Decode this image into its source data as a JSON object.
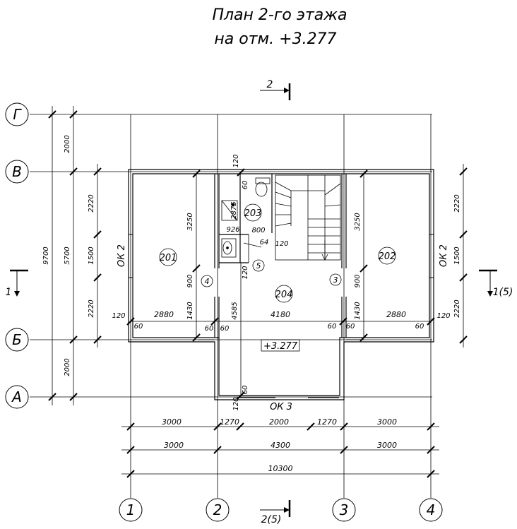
{
  "title": {
    "line1": "План 2-го этажа",
    "line2": "на отм. +3.277"
  },
  "axes": {
    "columns": [
      "1",
      "2",
      "3",
      "4"
    ],
    "rows": [
      "Г",
      "В",
      "Б",
      "А"
    ]
  },
  "sections": {
    "top": "2",
    "bottom": "2(5)",
    "left": "1",
    "right": "1(5)"
  },
  "rooms": {
    "r201": "201",
    "r202": "202",
    "r203": "203",
    "r204": "204"
  },
  "windows": {
    "left": "ОК 2",
    "right": "ОК 2",
    "bottom": "ОК 3"
  },
  "markers": {
    "m3": "3",
    "m4": "4",
    "m5": "5"
  },
  "elevation": "+3.277",
  "dims": {
    "overall_height": "9700",
    "mid_height": "5700",
    "top_2000": "2000",
    "bottom_2000": "2000",
    "left_2220_top": "2220",
    "left_1500": "1500",
    "left_2220_bottom": "2220",
    "right_2220_top": "2220",
    "right_1500": "1500",
    "right_2220_bottom": "2220",
    "room_depth_left": "3250",
    "room_depth_right": "3250",
    "bath_2875": "2875",
    "bath_926": "926",
    "bath_800": "800",
    "stair_64": "64",
    "stair_120": "120",
    "wall_120_top": "120",
    "wall_60_top": "60",
    "wall_120_left": "120",
    "wall_120_right": "120",
    "wall_120_bath": "120",
    "wall_120_bottom": "120",
    "wall_60_bottom": "60",
    "door_900_left": "900",
    "door_900_right": "900",
    "d1430_left": "1430",
    "d1430_right": "1430",
    "d4585": "4585",
    "w2880_left": "2880",
    "w2880_right": "2880",
    "w4180": "4180",
    "w60_a": "60",
    "w60_b": "60",
    "w60_c": "60",
    "w60_d": "60",
    "w60_e": "60",
    "w60_f": "60",
    "c3000_a": "3000",
    "c1270_a": "1270",
    "c2000": "2000",
    "c1270_b": "1270",
    "c3000_b": "3000",
    "b3000_a": "3000",
    "b4300": "4300",
    "b3000_b": "3000",
    "total": "10300"
  }
}
